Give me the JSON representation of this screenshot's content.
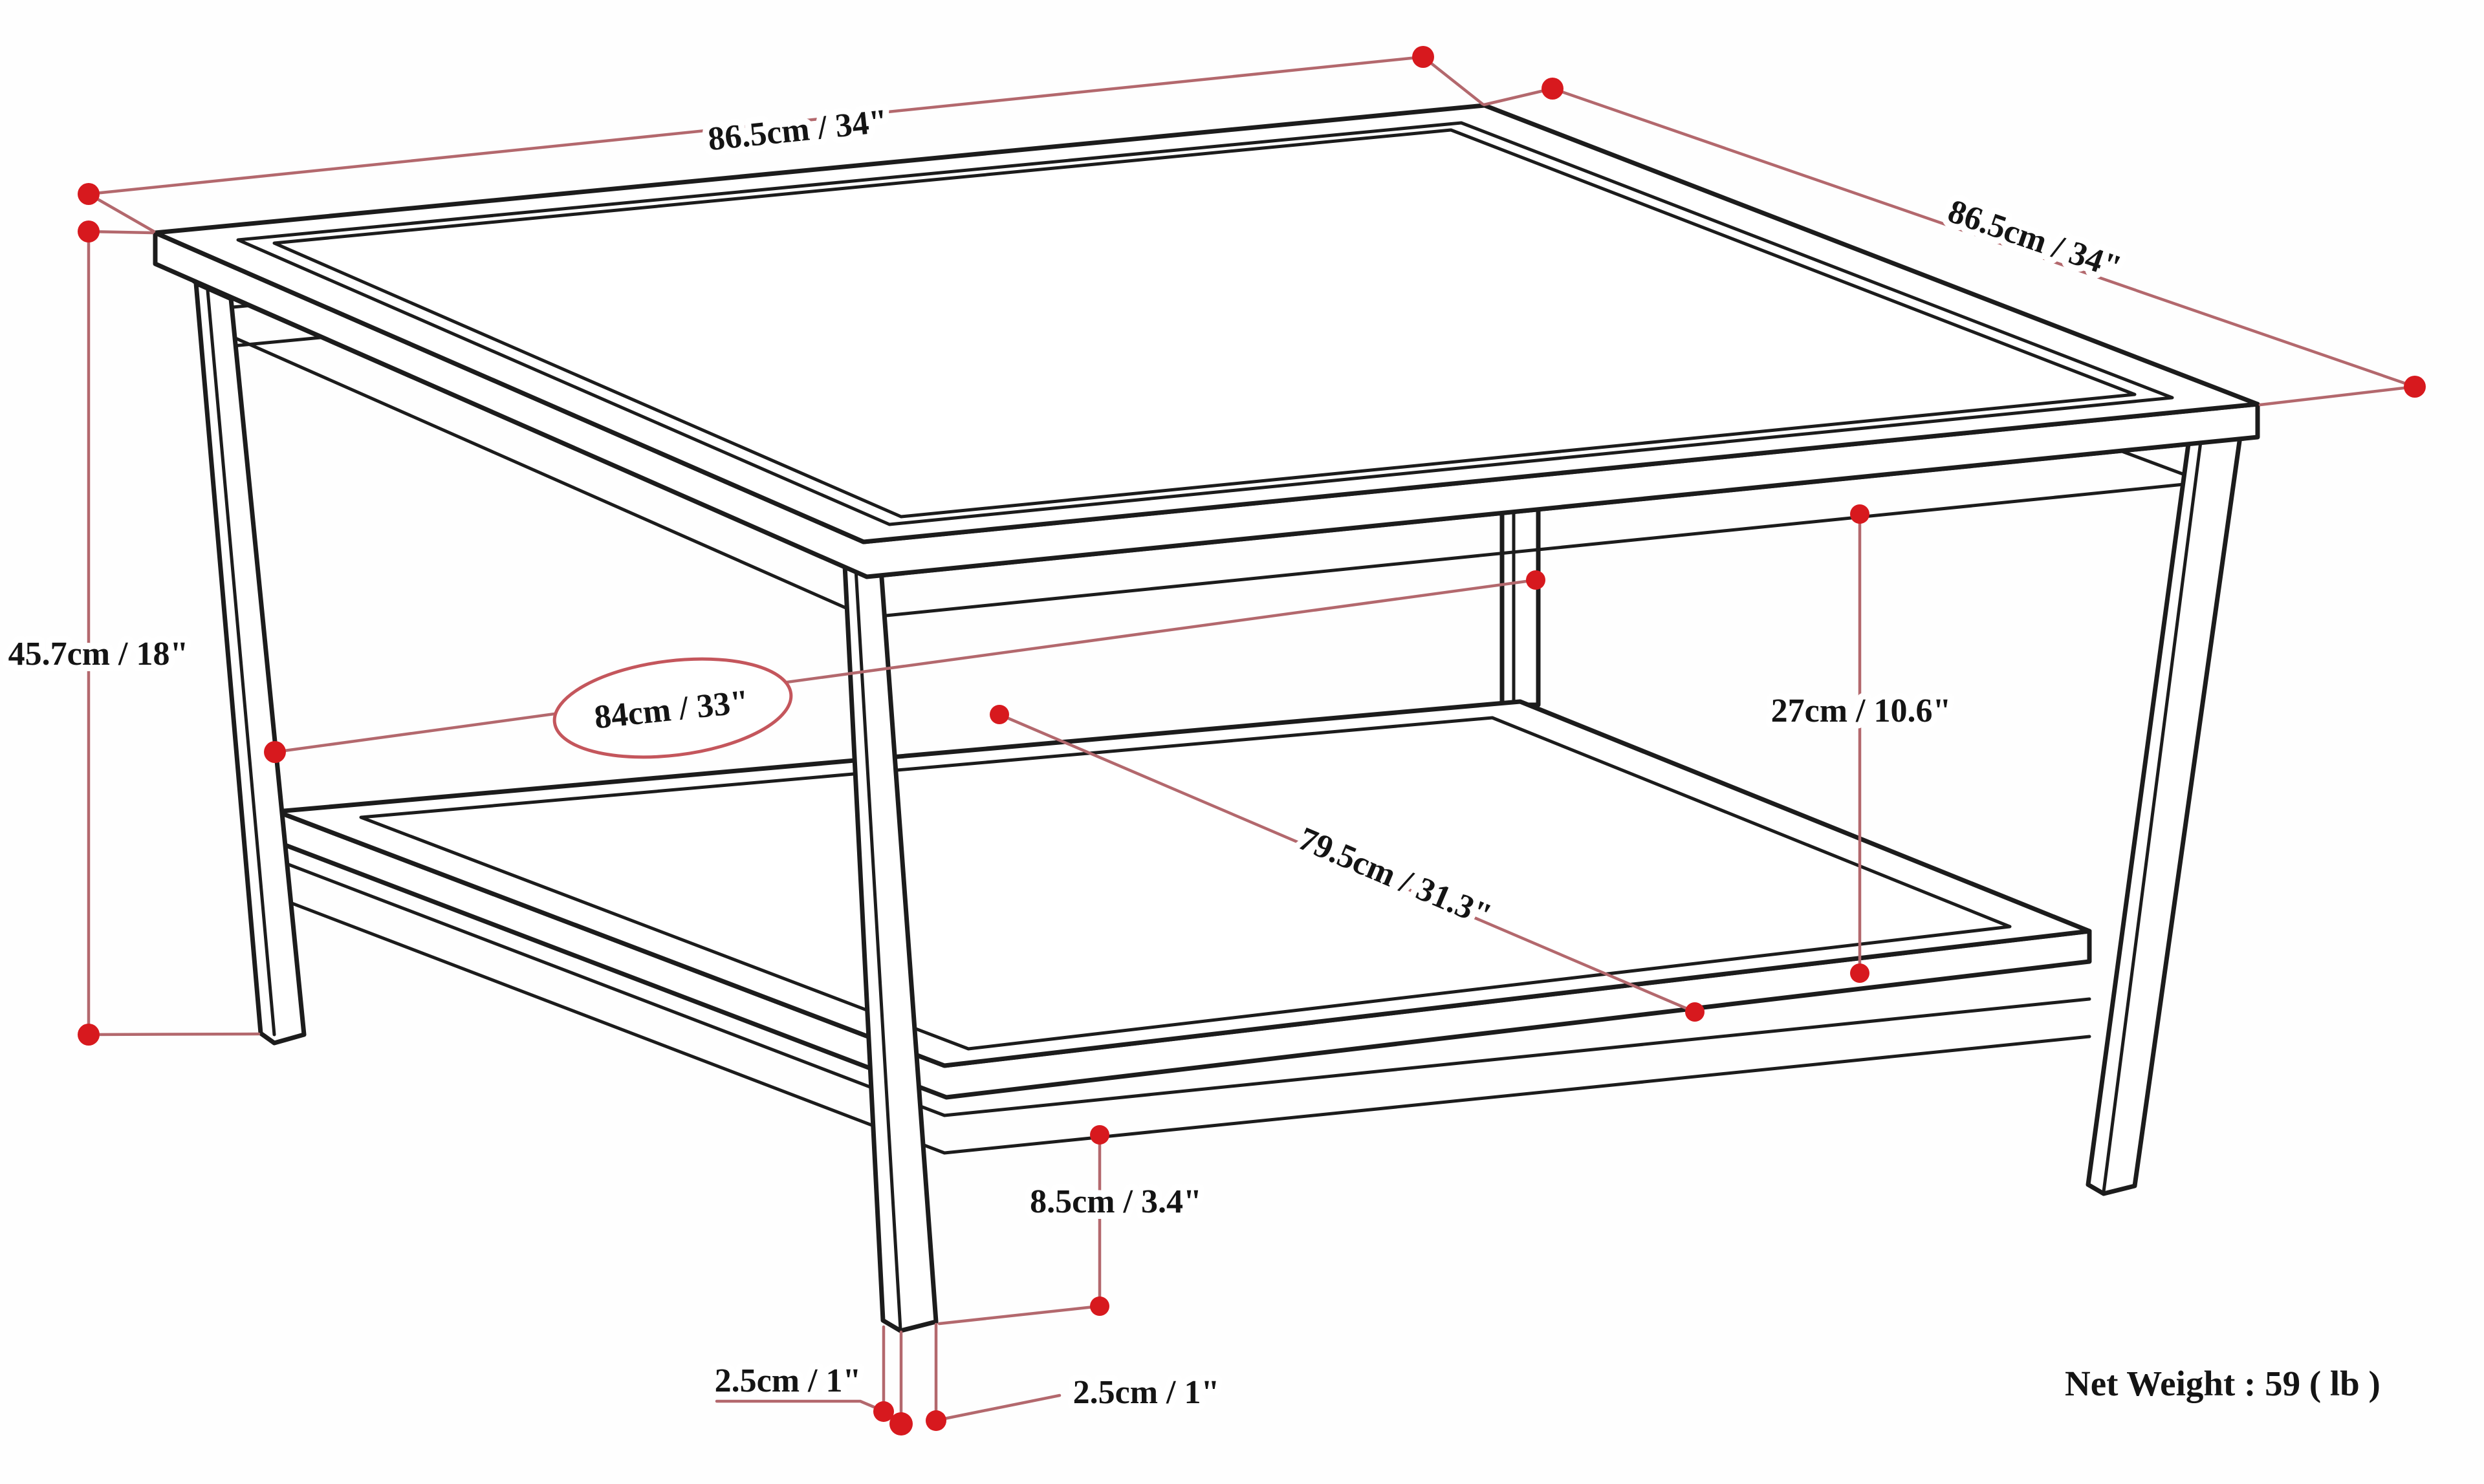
{
  "diagram": {
    "title_semantic": "coffee-table-dimension-diagram",
    "labels": {
      "top_width": "86.5cm / 34\"",
      "top_depth": "86.5cm / 34\"",
      "height": "45.7cm / 18\"",
      "inner_width": "84cm / 33\"",
      "shelf_clearance": "27cm / 10.6\"",
      "shelf_diagonal": "79.5cm / 31.3\"",
      "rail_to_floor": "8.5cm / 3.4\"",
      "leg_thickness_left": "2.5cm / 1\"",
      "leg_thickness_right": "2.5cm / 1\""
    },
    "net_weight": "Net Weight : 59 ( lb )",
    "colors": {
      "dimension_line_red": "#b3686d",
      "endpoint_dot_red": "#d7191e",
      "drawing_ink": "#1c1c1c",
      "background": "#fefefe"
    }
  }
}
